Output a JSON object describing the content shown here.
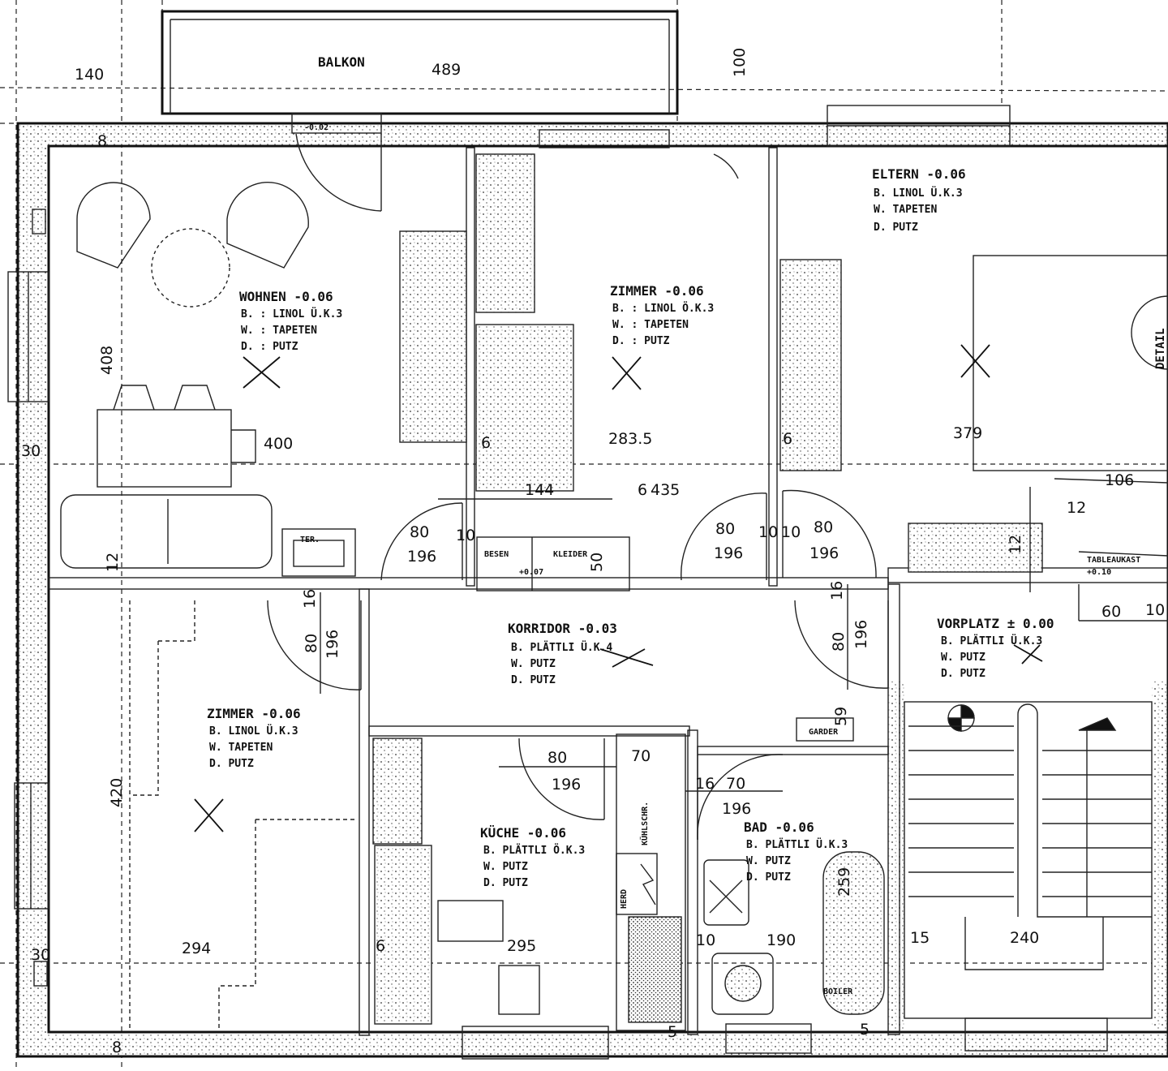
{
  "outdoor": {
    "balkon": "BALKON",
    "balkon_level": "-0.02"
  },
  "rooms": {
    "wohnen": {
      "name": "WOHNEN -0.06",
      "b": "B. : LINOL Ü.K.3",
      "w": "W. : TAPETEN",
      "d": "D. : PUTZ"
    },
    "zimmer1": {
      "name": "ZIMMER -0.06",
      "b": "B. : LINOL Ö.K.3",
      "w": "W. : TAPETEN",
      "d": "D. : PUTZ"
    },
    "eltern": {
      "name": "ELTERN -0.06",
      "b": "B. LINOL Ü.K.3",
      "w": "W. TAPETEN",
      "d": "D. PUTZ"
    },
    "korridor": {
      "name": "KORRIDOR -0.03",
      "b": "B. PLÄTTLI Ü.K.4",
      "w": "W. PUTZ",
      "d": "D. PUTZ"
    },
    "vorplatz": {
      "name": "VORPLATZ ± 0.00",
      "b": "B. PLÄTTLI Ü.K.3",
      "w": "W. PUTZ",
      "d": "D. PUTZ"
    },
    "zimmer2": {
      "name": "ZIMMER -0.06",
      "b": "B. LINOL Ü.K.3",
      "w": "W. TAPETEN",
      "d": "D. PUTZ"
    },
    "kueche": {
      "name": "KÜCHE -0.06",
      "b": "B. PLÄTTLI Ö.K.3",
      "w": "W. PUTZ",
      "d": "D. PUTZ"
    },
    "bad": {
      "name": "BAD -0.06",
      "b": "B. PLÄTTLI Ü.K.3",
      "w": "W. PUTZ",
      "d": "D. PUTZ"
    }
  },
  "labels": {
    "detail": "DETAIL",
    "tableaukasten": "TABLEAUKAST",
    "tableau_level": "+0.10",
    "besen": "BESEN",
    "kleider": "KLEIDER",
    "schrank_level": "+0.07",
    "garderobe": "GARDER",
    "herd": "HERD",
    "kuehlschrank": "KÜHLSCHR.",
    "boiler": "BOILER",
    "ter": "TER."
  },
  "dimensions": {
    "d140": "140",
    "d489": "489",
    "d100": "100",
    "d408": "408",
    "d30a": "30",
    "d400": "400",
    "d12": "12",
    "d2835": "283.5",
    "d379": "379",
    "d144": "144",
    "d6": "6",
    "d435": "435",
    "d106": "106",
    "d80a": "80",
    "d196a": "196",
    "d10a": "10",
    "d50": "50",
    "d80b": "80",
    "d196b": "196",
    "d10b": "10",
    "d10c": "10",
    "d80c": "80",
    "d196c": "196",
    "d12b": "12",
    "d12c": "12",
    "d60": "60",
    "d10d": "10",
    "d16a": "16",
    "d80d": "80",
    "d196d": "196",
    "d16b": "16",
    "d80e": "80",
    "d196e": "196",
    "d420": "420",
    "d294": "294",
    "d30b": "30",
    "d80f": "80",
    "d196f": "196",
    "d70a": "70",
    "d16c": "16",
    "d70b": "70",
    "d196g": "196",
    "d59": "59",
    "d295": "295",
    "d259": "259",
    "d190": "190",
    "d10e": "10",
    "d15": "15",
    "d240": "240",
    "d5a": "5",
    "d5b": "5",
    "d8a": "8",
    "d8b": "8",
    "d6a": "6",
    "d6b": "6",
    "d6c": "6"
  }
}
